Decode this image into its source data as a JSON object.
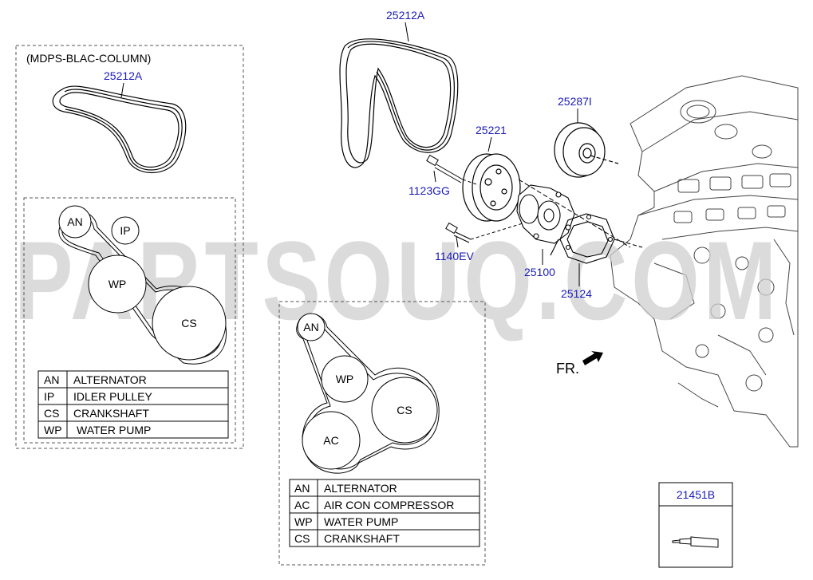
{
  "watermark": "PARTSOUQ.COM",
  "column_note": "(MDPS-BLAC-COLUMN)",
  "parts": {
    "belt_main": "25212A",
    "belt_column": "25212A",
    "idler_pulley": "25287I",
    "pulley": "25221",
    "bolt_1": "1123GG",
    "bolt_2": "1140EV",
    "water_pump": "25100",
    "gasket": "25124",
    "sealant": "21451B"
  },
  "front_label": "FR.",
  "layout_a": {
    "circles": [
      "AN",
      "IP",
      "WP",
      "CS"
    ],
    "legend": [
      {
        "code": "AN",
        "name": "ALTERNATOR"
      },
      {
        "code": "IP",
        "name": "IDLER PULLEY"
      },
      {
        "code": "CS",
        "name": "CRANKSHAFT"
      },
      {
        "code": "WP",
        "name": "WATER PUMP"
      }
    ]
  },
  "layout_b": {
    "circles": [
      "AN",
      "WP",
      "CS",
      "AC"
    ],
    "legend": [
      {
        "code": "AN",
        "name": "ALTERNATOR"
      },
      {
        "code": "AC",
        "name": "AIR CON COMPRESSOR"
      },
      {
        "code": "WP",
        "name": "WATER PUMP"
      },
      {
        "code": "CS",
        "name": "CRANKSHAFT"
      }
    ]
  }
}
